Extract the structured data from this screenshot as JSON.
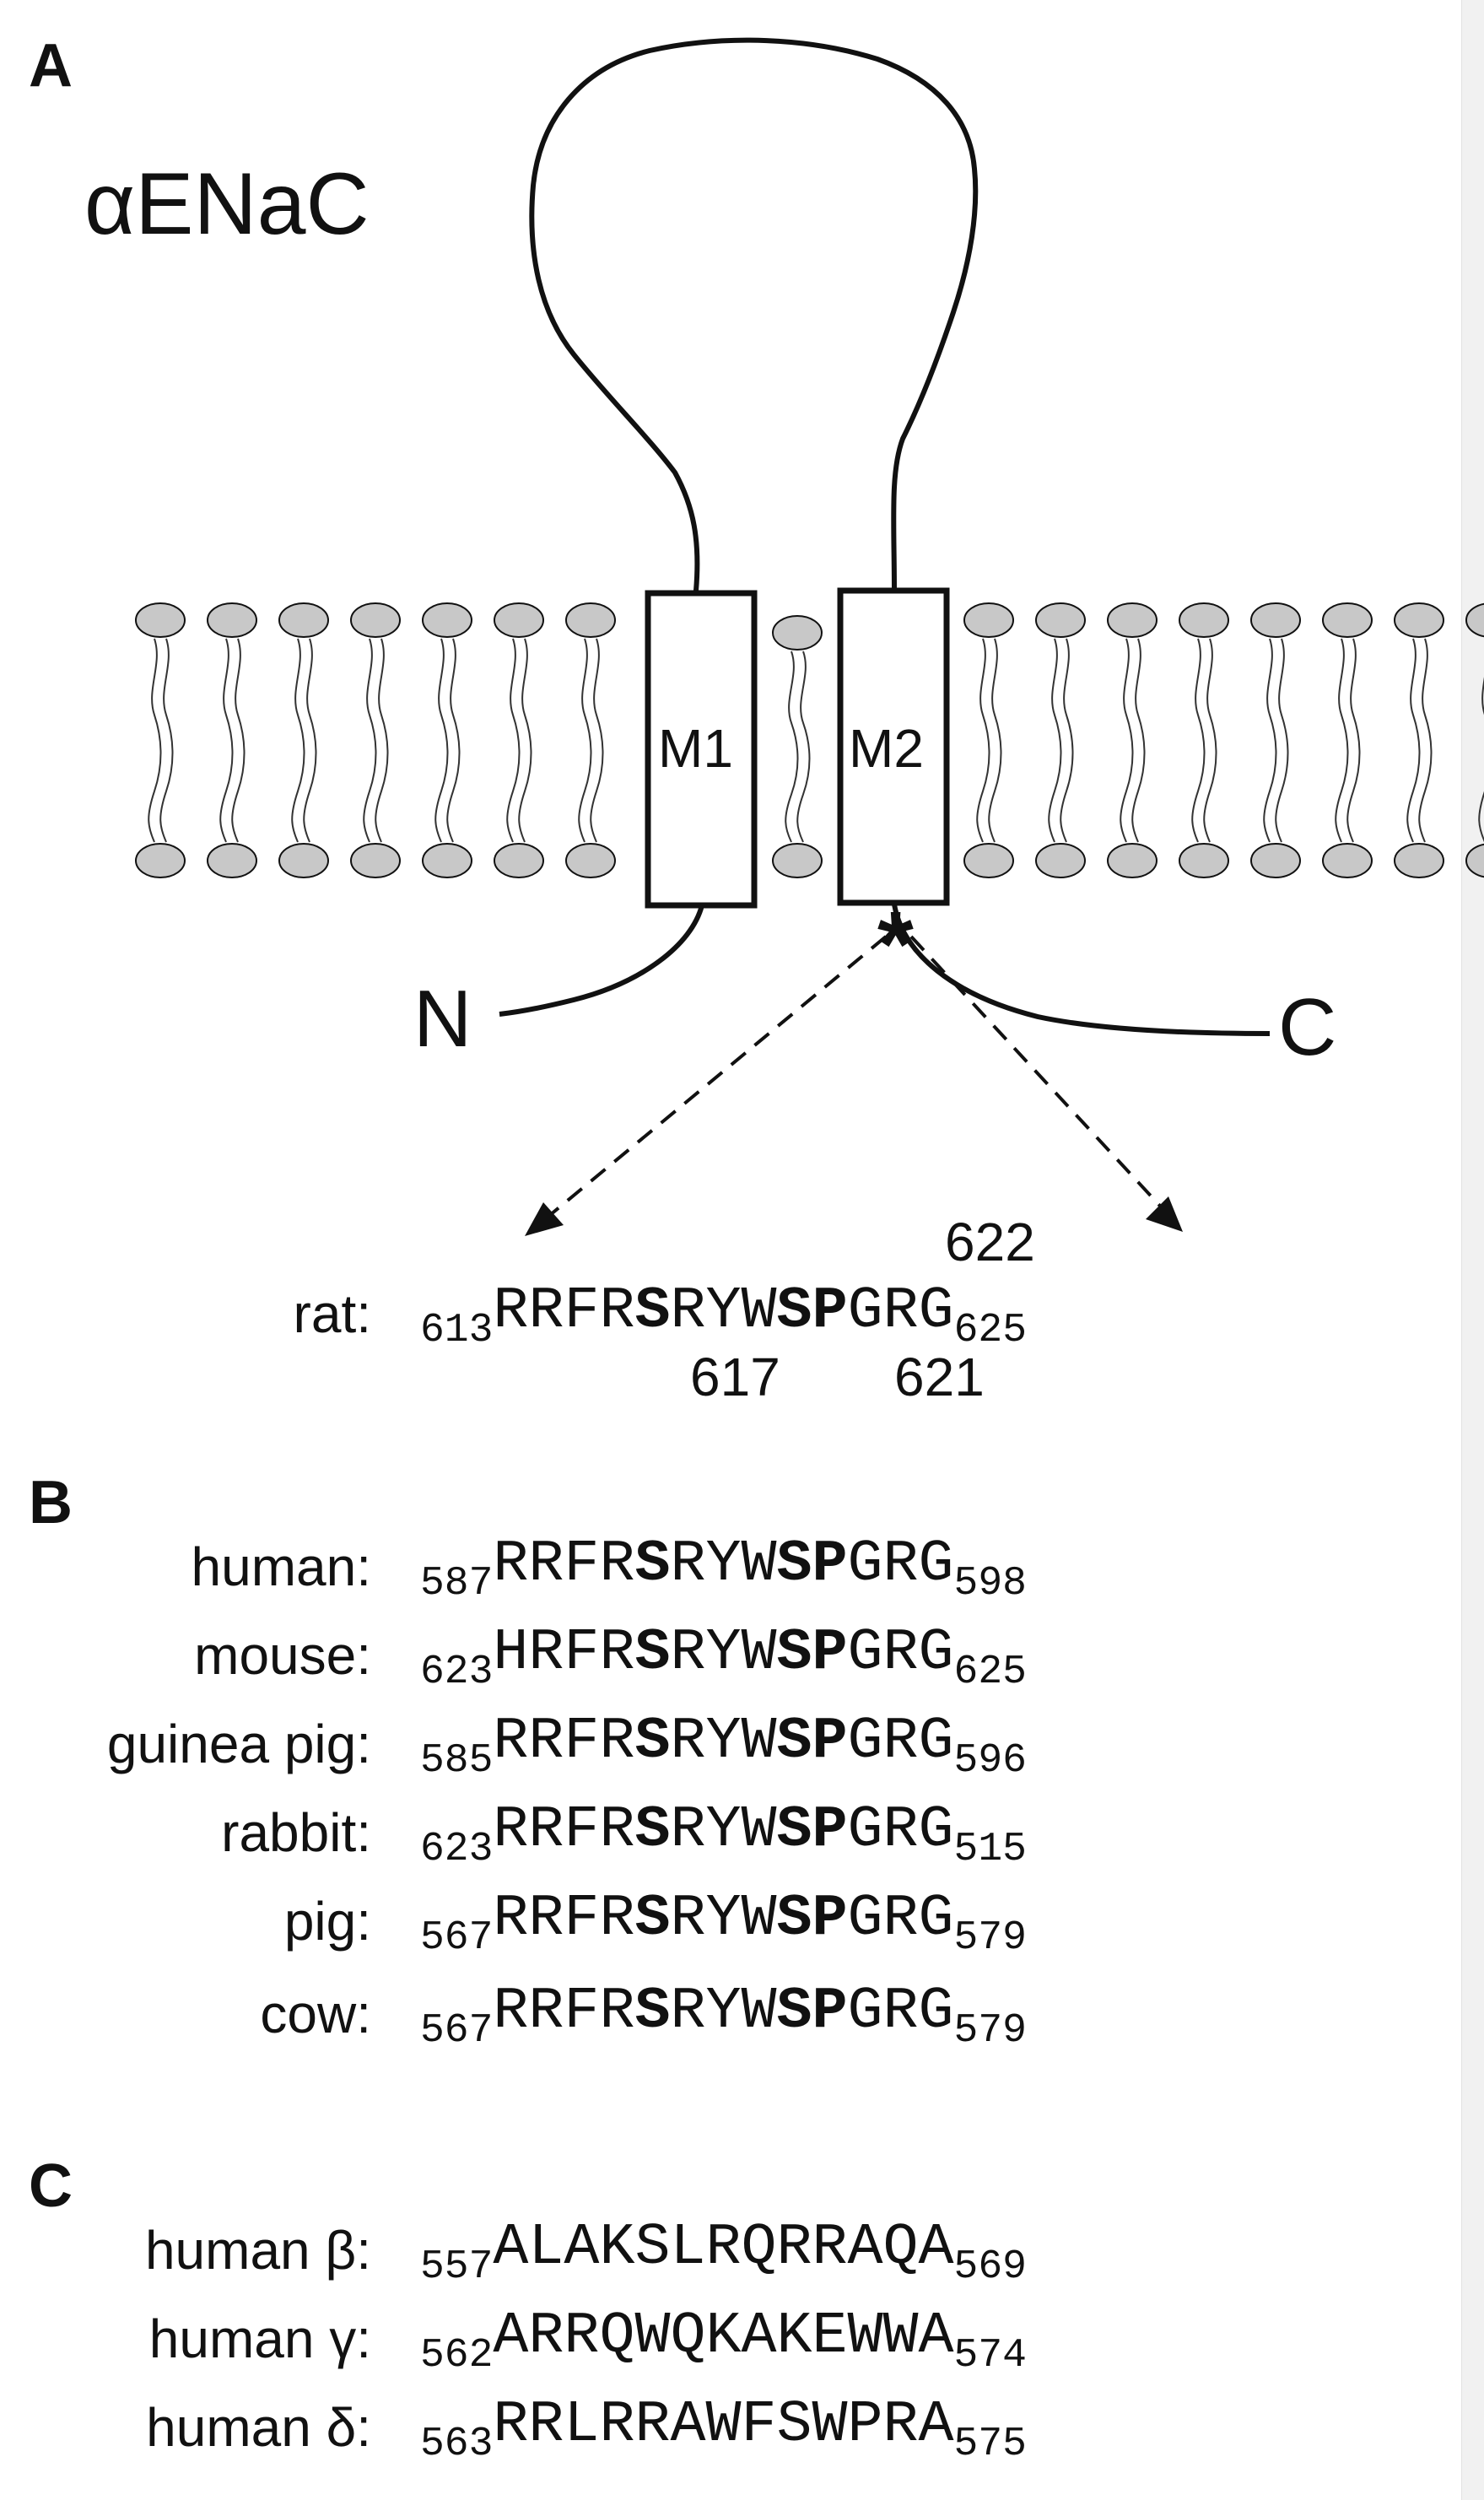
{
  "panels": {
    "a": "A",
    "b": "B",
    "c": "C"
  },
  "diagram": {
    "protein_name": "αENaC",
    "tm_segments": [
      "M1",
      "M2"
    ],
    "n_terminus": "N",
    "c_terminus": "C",
    "site_marker": "*",
    "colors": {
      "lipid_head": "#c8c8c8",
      "outline": "#111111",
      "background": "#ffffff"
    }
  },
  "rat": {
    "species": "rat:",
    "start": "613",
    "end": "625",
    "residues": [
      "R",
      "R",
      "F",
      "R",
      "S",
      "R",
      "Y",
      "W",
      "S",
      "P",
      "G",
      "R",
      "G"
    ],
    "bold_residues": [
      "S",
      "SP"
    ],
    "numbers": {
      "above": "622",
      "below_left": "617",
      "below_right": "621"
    }
  },
  "alignment_b": [
    {
      "species": "human:",
      "start": "587",
      "segments": [
        "RRFR",
        "S",
        "RYW",
        "SP",
        "GRG"
      ],
      "end": "598"
    },
    {
      "species": "mouse:",
      "start": "623",
      "segments": [
        "HRFR",
        "S",
        "RYW",
        "SP",
        "GRG"
      ],
      "end": "625"
    },
    {
      "species": "guinea pig:",
      "start": "585",
      "segments": [
        "RRFR",
        "S",
        "RYW",
        "SP",
        "GRG"
      ],
      "end": "596"
    },
    {
      "species": "rabbit:",
      "start": "623",
      "segments": [
        "RRFR",
        "S",
        "RYW",
        "SP",
        "GRG"
      ],
      "end": "515"
    },
    {
      "species": "pig:",
      "start": "567",
      "segments": [
        "RRFR",
        "S",
        "RYW",
        "SP",
        "GRG"
      ],
      "end": "579"
    },
    {
      "species": "cow:",
      "start": "567",
      "segments": [
        "RRFR",
        "S",
        "RYW",
        "SP",
        "GRG"
      ],
      "end": "579"
    }
  ],
  "alignment_c": [
    {
      "species": "human β:",
      "start": "557",
      "sequence": "ALAKSLRQRRAQA",
      "end": "569"
    },
    {
      "species": "human γ:",
      "start": "562",
      "sequence": "ARRQWQKAKEWWA",
      "end": "574"
    },
    {
      "species": "human δ:",
      "start": "563",
      "sequence": "RRLRRAWFSWPRA",
      "end": "575"
    }
  ]
}
